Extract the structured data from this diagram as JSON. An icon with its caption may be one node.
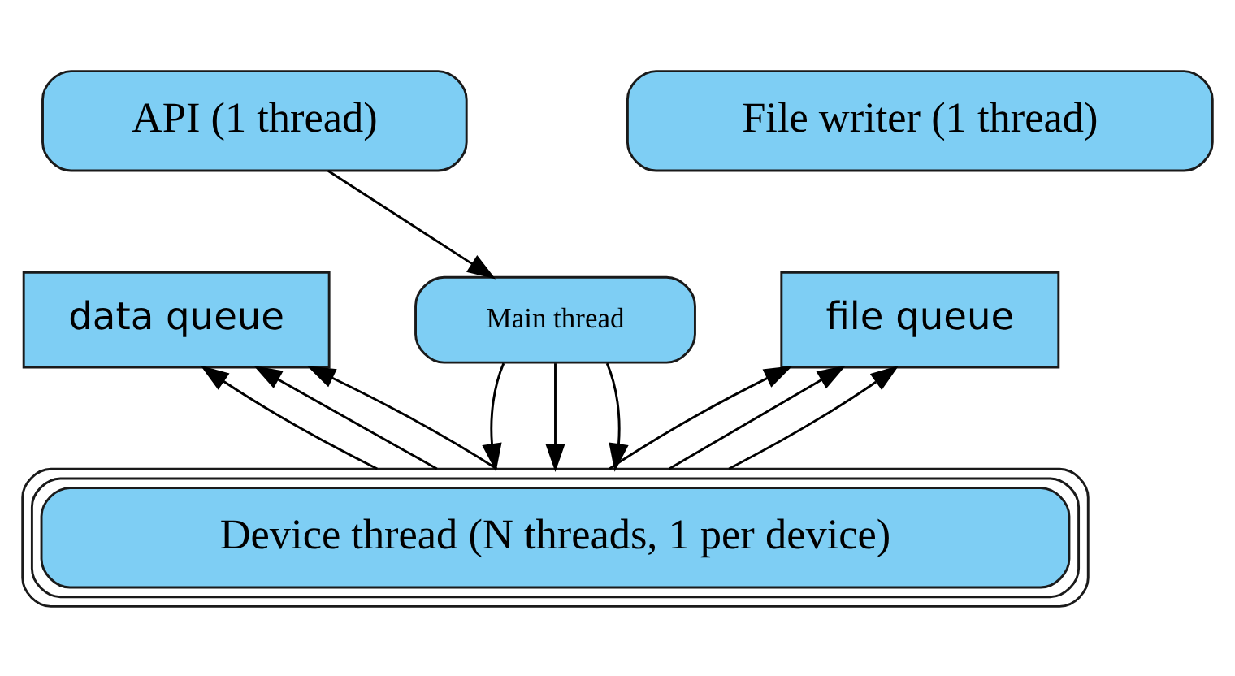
{
  "diagram": {
    "nodes": [
      {
        "text": [
          "API (1 thread)"
        ]
      },
      {
        "text": [
          "data queue"
        ]
      },
      {
        "text": [
          "File writer (1 thread)"
        ]
      },
      {
        "text": [
          "file queue"
        ]
      },
      {
        "text": [
          "Main thread"
        ]
      },
      {
        "text": [
          "Device thread (N threads, 1 per device)"
        ]
      }
    ],
    "edges": [
      {
        "from": 0,
        "to": 4,
        "arrow": "to"
      },
      {
        "from": 4,
        "to": 5,
        "arrow": "to"
      },
      {
        "from": 4,
        "to": 5,
        "arrow": "to"
      },
      {
        "from": 4,
        "to": 5,
        "arrow": "to"
      },
      {
        "from": 5,
        "to": 1,
        "arrow": "to"
      },
      {
        "from": 5,
        "to": 1,
        "arrow": "to"
      },
      {
        "from": 5,
        "to": 1,
        "arrow": "to"
      },
      {
        "from": 5,
        "to": 3,
        "arrow": "to"
      },
      {
        "from": 5,
        "to": 3,
        "arrow": "to"
      },
      {
        "from": 5,
        "to": 3,
        "arrow": "to"
      }
    ]
  }
}
